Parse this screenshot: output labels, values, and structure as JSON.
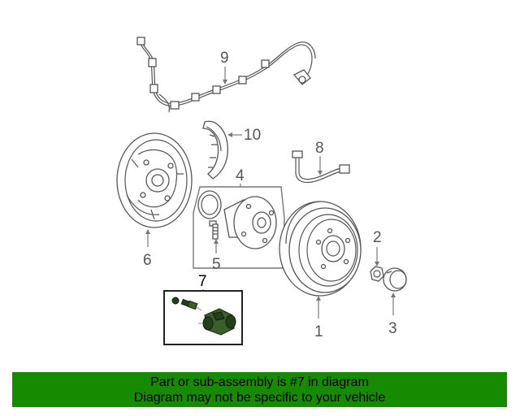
{
  "callouts": {
    "c1": "1",
    "c2": "2",
    "c3": "3",
    "c4": "4",
    "c5": "5",
    "c6": "6",
    "c7": "7",
    "c8": "8",
    "c9": "9",
    "c10": "10"
  },
  "highlighted_part": "7",
  "colors": {
    "banner_bg": "#168a00",
    "highlight_part": "#3b5e2a",
    "line_art": "#555555"
  },
  "banner": {
    "line1": "Part or sub-assembly is #7 in diagram",
    "line2": "Diagram may not be specific to your vehicle"
  }
}
